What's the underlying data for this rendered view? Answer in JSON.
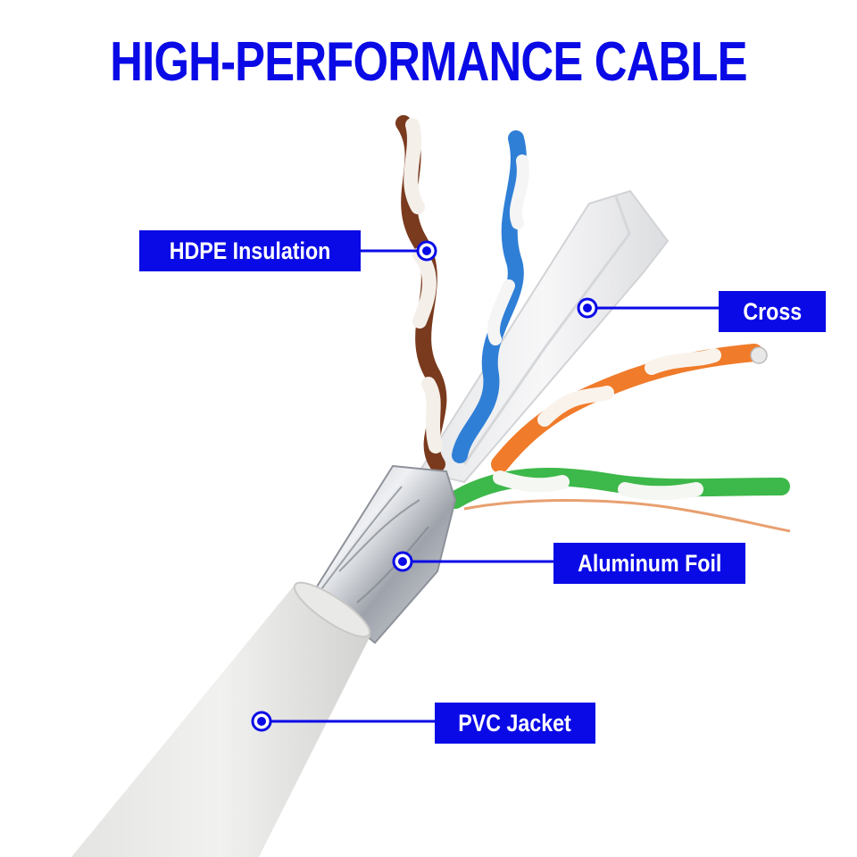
{
  "title": "HIGH-PERFORMANCE CABLE",
  "accent_color": "#0a0ae6",
  "callouts": {
    "hdpe": {
      "label": "HDPE Insulation",
      "part": "conductor insulation"
    },
    "cross": {
      "label": "Cross",
      "part": "cross separator"
    },
    "foil": {
      "label": "Aluminum Foil",
      "part": "foil shield"
    },
    "pvc": {
      "label": "PVC Jacket",
      "part": "outer jacket"
    }
  },
  "wire_colors": {
    "brown": "#7a3a1e",
    "blue": "#2f7fd6",
    "orange": "#f07b2a",
    "green": "#3db84a",
    "drain": "#e8a070"
  }
}
